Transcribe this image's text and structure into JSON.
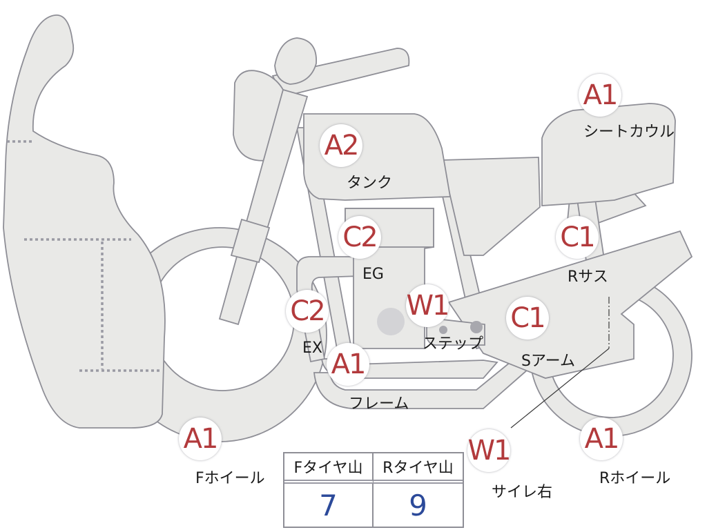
{
  "labels": {
    "seat_cowl": {
      "grade": "A1",
      "name": "シートカウル"
    },
    "tank": {
      "grade": "A2",
      "name": "タンク"
    },
    "engine": {
      "grade": "C2",
      "name": "EG"
    },
    "rear_suspension": {
      "grade": "C1",
      "name": "Rサス"
    },
    "exhaust": {
      "grade": "C2",
      "name": "EX"
    },
    "step": {
      "grade": "W1",
      "name": "ステップ"
    },
    "swing_arm": {
      "grade": "C1",
      "name": "Sアーム"
    },
    "frame": {
      "grade": "A1",
      "name": "フレーム"
    },
    "front_wheel": {
      "grade": "A1",
      "name": "Fホイール"
    },
    "silencer_right": {
      "grade": "W1",
      "name": "サイレ右"
    },
    "rear_wheel": {
      "grade": "A1",
      "name": "Rホイール"
    }
  },
  "tire_tread": {
    "front_header": "Fタイヤ山",
    "rear_header": "Rタイヤ山",
    "front_value": "7",
    "rear_value": "9"
  },
  "colors": {
    "part_fill": "#e9e9e7",
    "outline": "#8e8e96",
    "grade_text": "#b23a3c",
    "tread_value": "#2c4a9a"
  }
}
